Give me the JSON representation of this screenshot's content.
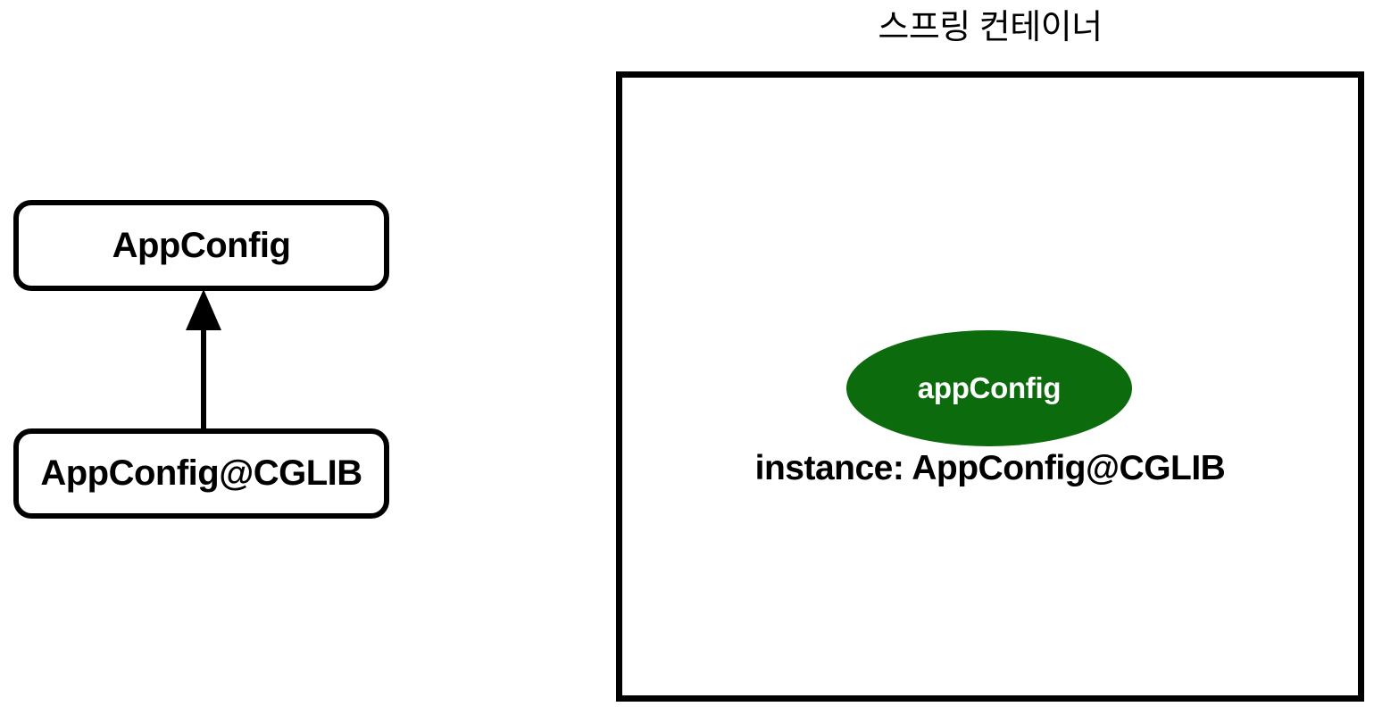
{
  "diagram": {
    "title": "스프링 컨테이너",
    "class_diagram": {
      "parent_class": "AppConfig",
      "child_class": "AppConfig@CGLIB",
      "relation": "inheritance-arrow"
    },
    "container": {
      "bean": {
        "name": "appConfig",
        "instance_label": "instance: AppConfig@CGLIB",
        "fill_color": "#0C6B0C",
        "text_color": "#FFFFFF"
      },
      "border_color": "#000000",
      "background_color": "#FFFFFF"
    }
  }
}
